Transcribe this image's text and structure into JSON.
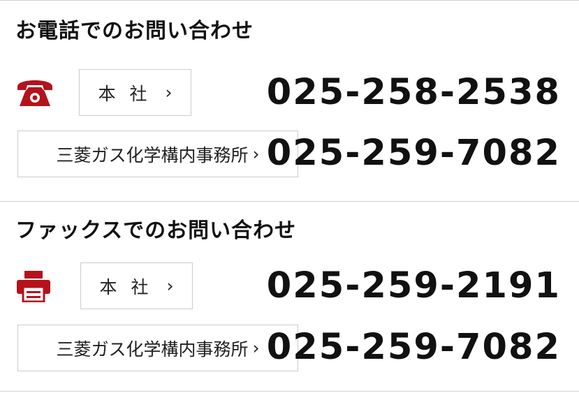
{
  "phone": {
    "heading": "お電話でのお問い合わせ",
    "icon": "telephone-icon",
    "entries": [
      {
        "label": "本社",
        "number": "025-258-2538"
      },
      {
        "label": "三菱ガス化学構内事務所",
        "number": "025-259-7082"
      }
    ]
  },
  "fax": {
    "heading": "ファックスでのお問い合わせ",
    "icon": "fax-printer-icon",
    "entries": [
      {
        "label": "本社",
        "number": "025-259-2191"
      },
      {
        "label": "三菱ガス化学構内事務所",
        "number": "025-259-7082"
      }
    ]
  },
  "chevron": "›",
  "colors": {
    "accent": "#b5121b",
    "border": "#cccccc",
    "text": "#111111"
  }
}
